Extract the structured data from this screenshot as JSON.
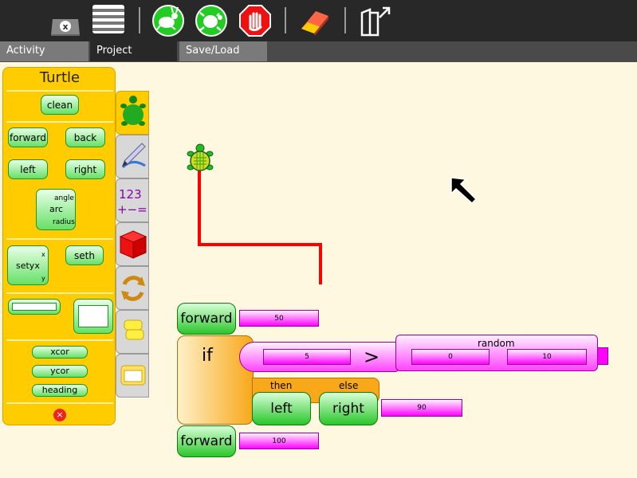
{
  "toolbar": {
    "stop_label": "STOP"
  },
  "tabs": {
    "activity": "Activity",
    "project": "Project",
    "save": "Save/Load"
  },
  "palette": {
    "title": "Turtle",
    "blocks": {
      "clean": "clean",
      "forward": "forward",
      "back": "back",
      "left": "left",
      "right": "right",
      "arc": "arc",
      "arc_angle": "angle",
      "arc_radius": "radius",
      "setxy": "setyx",
      "setxy_x": "x",
      "setxy_y": "y",
      "seth": "seth",
      "xcor": "xcor",
      "ycor": "ycor",
      "heading": "heading"
    },
    "tabs": {
      "numbers_top": "123",
      "numbers_bottom": "+−="
    }
  },
  "program": {
    "forward1_label": "forward",
    "forward1_value": "50",
    "if_label": "if",
    "cmp_left": "5",
    "cmp_op": ">",
    "random_label": "random",
    "random_min": "0",
    "random_max": "10",
    "then_label": "then",
    "else_label": "else",
    "left_label": "left",
    "right_label": "right",
    "right_value": "90",
    "forward2_label": "forward",
    "forward2_value": "100"
  },
  "colors": {
    "toolbar_bg": "#282828",
    "canvas_bg": "#fff8e0",
    "palette_bg": "#ffcc00",
    "block_green": "#2ac62a",
    "block_magenta": "#ff00ff",
    "if_orange": "#f8a818",
    "pen_red": "#ff0000"
  }
}
